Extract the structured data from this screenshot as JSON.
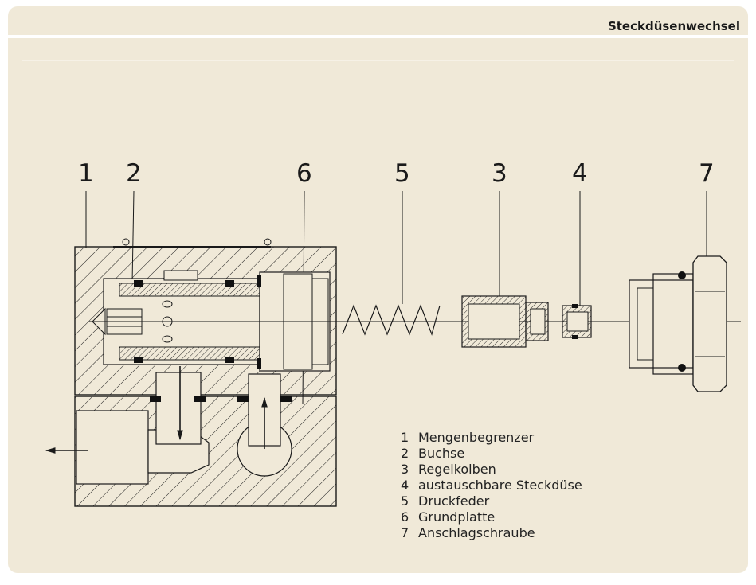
{
  "header": {
    "title": "Steckdüsenwechsel"
  },
  "callouts": [
    {
      "n": "1"
    },
    {
      "n": "2"
    },
    {
      "n": "6"
    },
    {
      "n": "5"
    },
    {
      "n": "3"
    },
    {
      "n": "4"
    },
    {
      "n": "7"
    }
  ],
  "legend": [
    {
      "num": "1",
      "label": "Mengenbegrenzer"
    },
    {
      "num": "2",
      "label": "Buchse"
    },
    {
      "num": "3",
      "label": "Regelkolben"
    },
    {
      "num": "4",
      "label": "austauschbare Steckdüse"
    },
    {
      "num": "5",
      "label": "Druckfeder"
    },
    {
      "num": "6",
      "label": "Grundplatte"
    },
    {
      "num": "7",
      "label": "Anschlagschraube"
    }
  ]
}
